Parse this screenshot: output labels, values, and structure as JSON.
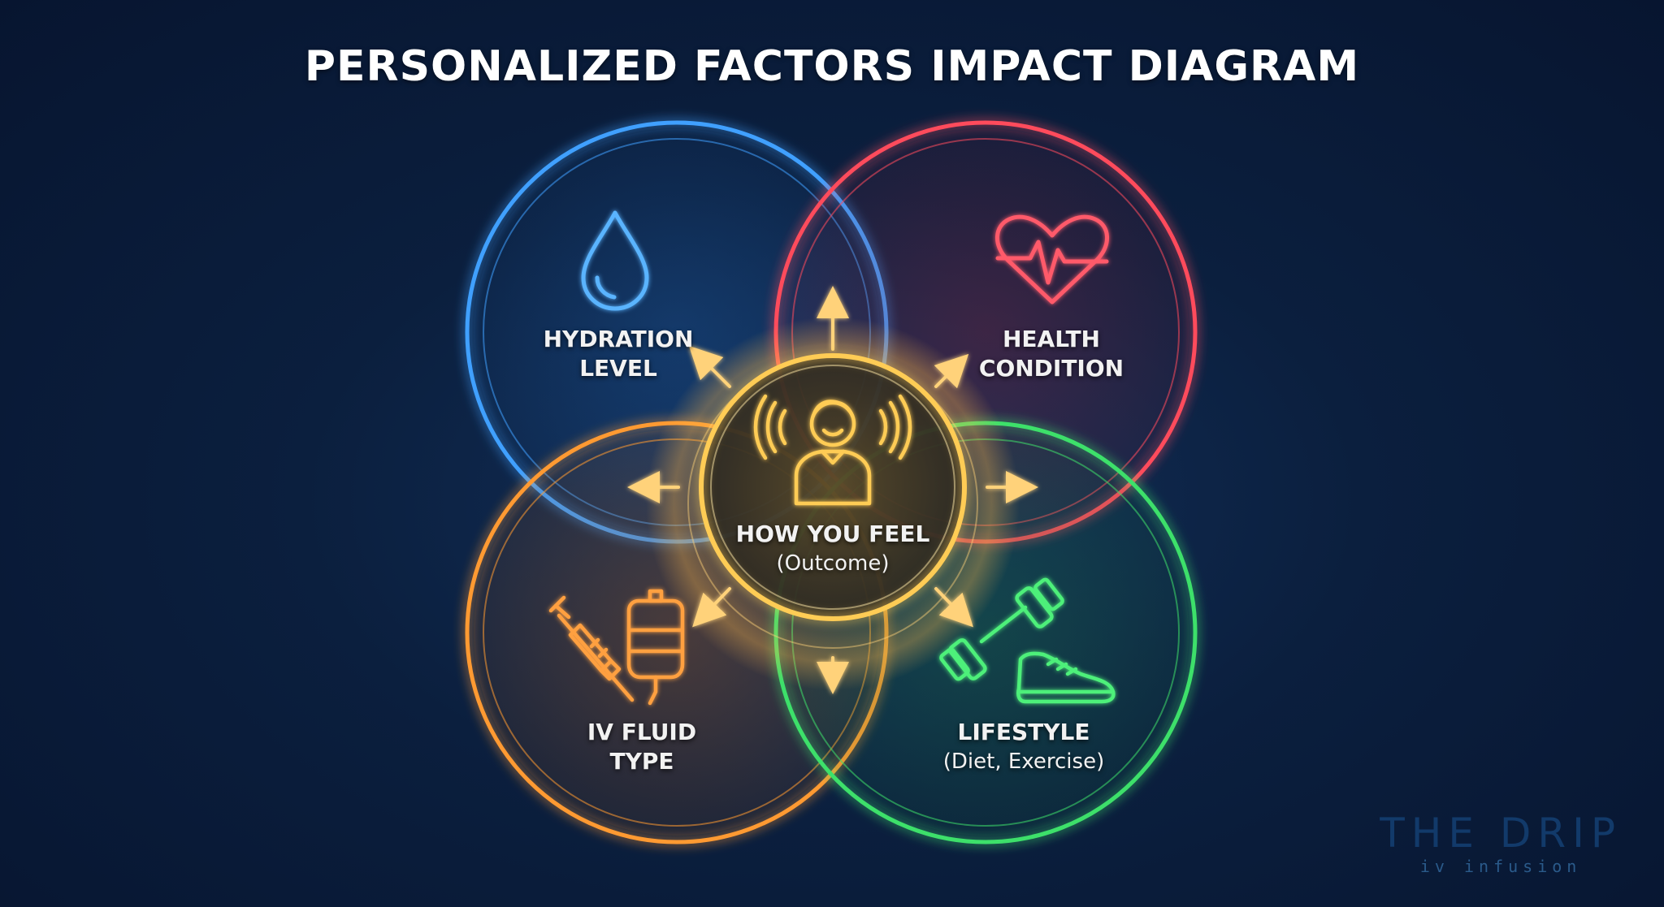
{
  "title": "PERSONALIZED FACTORS IMPACT DIAGRAM",
  "colors": {
    "hydration": "#3fa0ff",
    "health": "#ff4b5c",
    "iv_fluid": "#ff9a30",
    "lifestyle": "#3ee06a",
    "center": "#ffcc55"
  },
  "nodes": {
    "hydration": {
      "line1": "HYDRATION",
      "line2": "LEVEL",
      "icon": "water-drop-icon"
    },
    "health": {
      "line1": "HEALTH",
      "line2": "CONDITION",
      "icon": "heart-pulse-icon"
    },
    "iv_fluid": {
      "line1": "IV FLUID",
      "line2": "TYPE",
      "icon": "syringe-iv-bag-icon"
    },
    "lifestyle": {
      "line1": "LIFESTYLE",
      "sub": "(Diet, Exercise)",
      "icon": "dumbbell-shoe-icon"
    },
    "center": {
      "line1": "HOW YOU FEEL",
      "sub": "(Outcome)",
      "icon": "person-waves-icon"
    }
  },
  "brand": {
    "name": "THE DRIP",
    "tagline": "iv infusion"
  }
}
